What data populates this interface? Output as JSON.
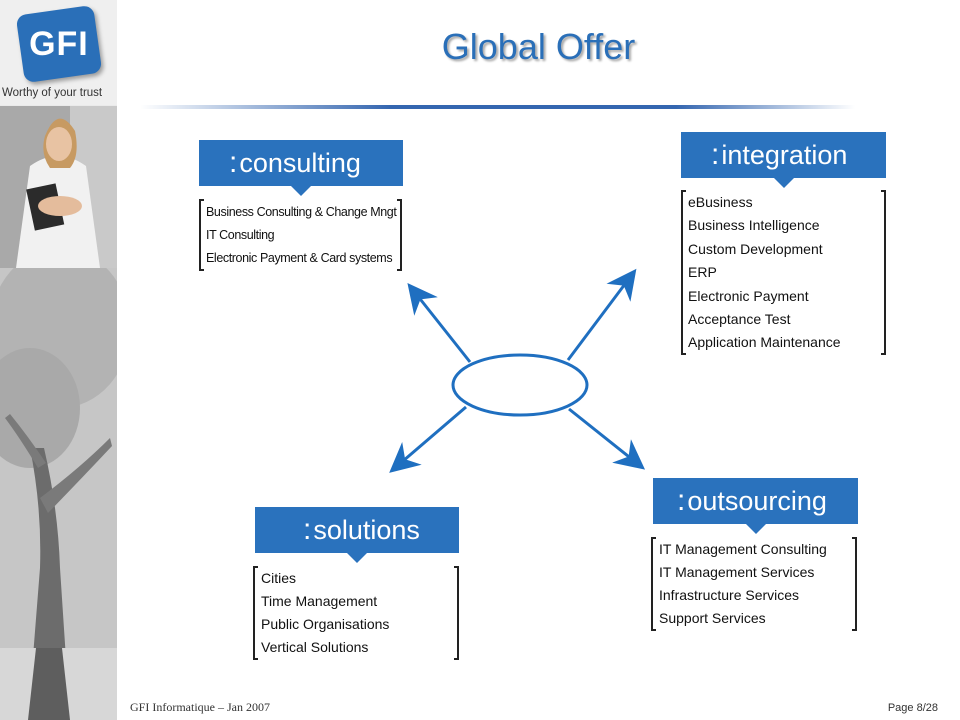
{
  "sidebar": {
    "logo_text": "GFI",
    "tagline": "Worthy of your trust"
  },
  "slide": {
    "title": "Global Offer"
  },
  "sections": {
    "consulting": {
      "title": "consulting",
      "items": [
        "Business Consulting & Change Mngt",
        "IT Consulting",
        "Electronic Payment & Card systems"
      ]
    },
    "integration": {
      "title": "integration",
      "items": [
        "eBusiness",
        "Business Intelligence",
        "Custom Development",
        "ERP",
        "Electronic Payment",
        "Acceptance Test",
        "Application Maintenance"
      ]
    },
    "solutions": {
      "title": "solutions",
      "items": [
        "Cities",
        "Time Management",
        "Public Organisations",
        "Vertical Solutions"
      ]
    },
    "outsourcing": {
      "title": "outsourcing",
      "items": [
        "IT Management Consulting",
        "IT Management Services",
        "Infrastructure Services",
        "Support Services"
      ]
    }
  },
  "footer": {
    "left": "GFI Informatique – Jan 2007",
    "page": "Page 8/28"
  },
  "colors": {
    "accent": "#2a72bd",
    "title": "#2a6fb8",
    "arrow": "#1f6fc0"
  }
}
